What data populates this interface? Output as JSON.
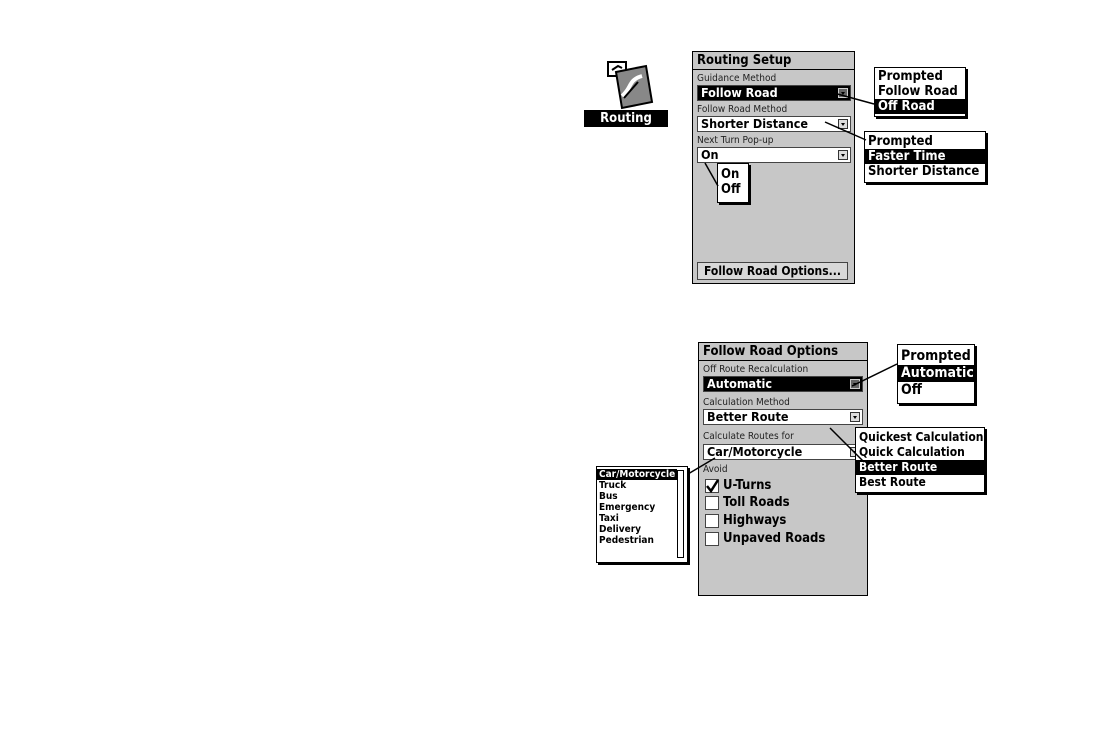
{
  "routing_icon": {
    "label": "Routing",
    "icon": "routing-icon"
  },
  "routing_setup": {
    "title": "Routing Setup",
    "guidance_label": "Guidance Method",
    "guidance_value": "Follow Road",
    "follow_label": "Follow Road Method",
    "follow_value": "Shorter Distance",
    "popup_label": "Next Turn Pop-up",
    "popup_value": "On",
    "options_button": "Follow Road Options..."
  },
  "guidance_popup": {
    "options": [
      "Prompted",
      "Follow Road",
      "Off Road"
    ],
    "selected": 2
  },
  "follow_popup": {
    "options": [
      "Prompted",
      "Faster Time",
      "Shorter Distance"
    ],
    "selected": 1
  },
  "onoff_popup": {
    "options": [
      "On",
      "Off"
    ]
  },
  "follow_road_options": {
    "title": "Follow Road Options",
    "recalc_label": "Off Route Recalculation",
    "recalc_value": "Automatic",
    "method_label": "Calculation Method",
    "method_value": "Better Route",
    "routes_label": "Calculate Routes for",
    "routes_value": "Car/Motorcycle",
    "avoid_label": "Avoid",
    "avoid_items": [
      {
        "label": "U-Turns",
        "checked": true
      },
      {
        "label": "Toll Roads",
        "checked": false
      },
      {
        "label": "Highways",
        "checked": false
      },
      {
        "label": "Unpaved Roads",
        "checked": false
      }
    ]
  },
  "recalc_popup": {
    "options": [
      "Prompted",
      "Automatic",
      "Off"
    ],
    "selected": 1
  },
  "method_popup": {
    "options": [
      "Quickest Calculation",
      "Quick Calculation",
      "Better Route",
      "Best Route"
    ],
    "selected": 2
  },
  "vehicle_popup": {
    "options": [
      "Car/Motorcycle",
      "Truck",
      "Bus",
      "Emergency",
      "Taxi",
      "Delivery",
      "Pedestrian"
    ],
    "selected": 0
  }
}
